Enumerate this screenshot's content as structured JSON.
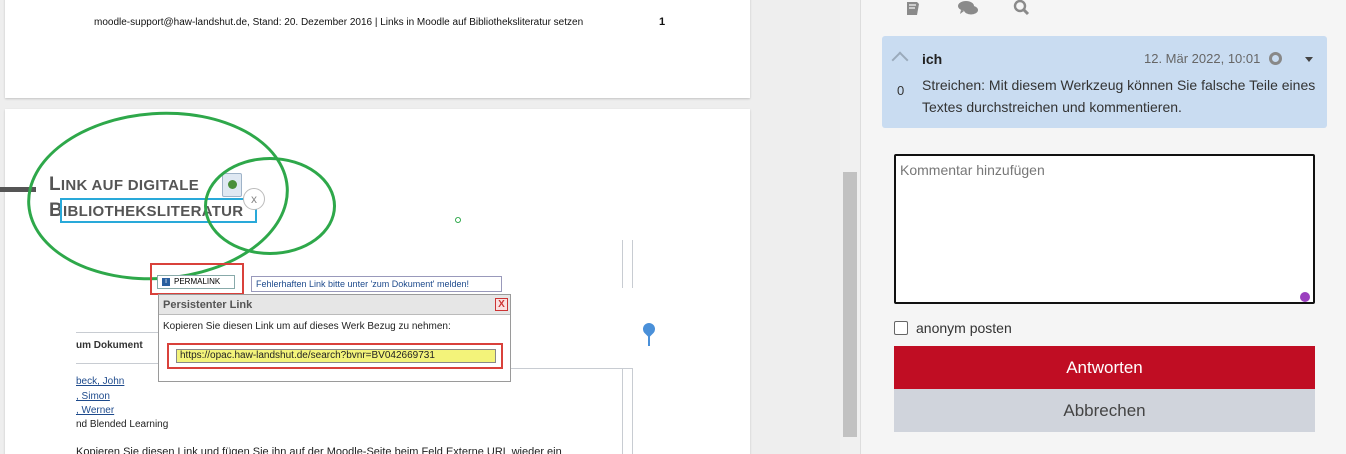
{
  "document": {
    "footer_text": "moodle-support@haw-landshut.de, Stand: 20. Dezember 2016 | Links in Moodle auf Bibliotheksliteratur setzen",
    "page_number": "1",
    "heading_line1_first": "L",
    "heading_line1_rest": "INK AUF DIGITALE",
    "heading_line2_first": "B",
    "heading_line2_rest": "IBLIOTHEKSLITERATUR",
    "close_label": "x",
    "embedded": {
      "permalink_label": "PERMALINK",
      "report_link": "Fehlerhaften Link bitte unter 'zum Dokument' melden!",
      "popup_title": "Persistenter Link",
      "popup_close": "X",
      "popup_description": "Kopieren Sie diesen Link um auf dieses Werk Bezug zu nehmen:",
      "popup_url": "https://opac.haw-landshut.de/search?bvnr=BV042669731",
      "section_label": "um Dokument",
      "authors": [
        "beck, John",
        ", Simon",
        ", Werner"
      ],
      "subtitle": "nd Blended Learning"
    },
    "bottom_text": "Kopieren Sie diesen Link und fügen Sie ihn auf der Moodle-Seite beim Feld Externe URL wieder ein"
  },
  "panel": {
    "toolbar_icons": [
      "book-icon",
      "comments-icon",
      "search-icon"
    ],
    "comment": {
      "author": "ich",
      "date": "12. Mär 2022, 10:01",
      "votes": "0",
      "text": "Streichen: Mit diesem Werkzeug können Sie falsche Teile eines Textes durchstreichen und kommentieren."
    },
    "input_placeholder": "Kommentar hinzufügen",
    "anonymous_label": "anonym posten",
    "reply_label": "Antworten",
    "cancel_label": "Abbrechen"
  },
  "colors": {
    "accent_red": "#c00d23",
    "comment_bg": "#c9dcf1",
    "annotation_green": "#2ea84a",
    "annotation_cyan": "#29a9d9",
    "annotation_red": "#d9413b"
  }
}
